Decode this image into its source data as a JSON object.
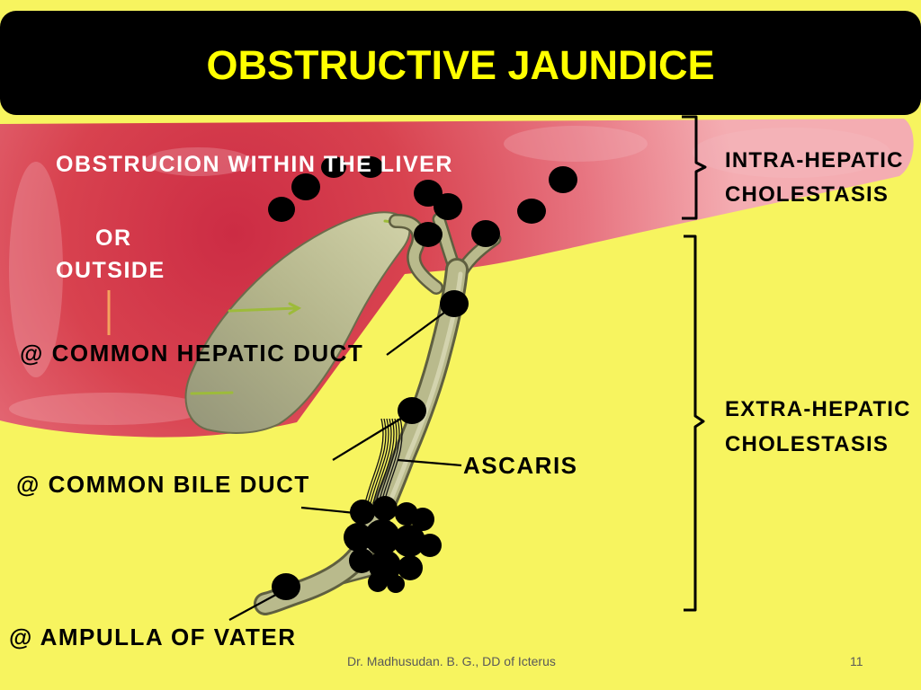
{
  "slide": {
    "title": "OBSTRUCTIVE JAUNDICE",
    "footer_author": "Dr. Madhusudan. B. G., DD of Icterus",
    "page_number": "11"
  },
  "diagram": {
    "intrahepatic_label": "OBSTRUCION WITHIN THE LIVER",
    "or_label": "OR",
    "outside_label": "OUTSIDE",
    "sites": [
      "@ COMMON HEPATIC DUCT",
      "@ COMMON BILE DUCT",
      "@ AMPULLA OF VATER"
    ],
    "ascaris_label": "ASCARIS"
  },
  "categories": [
    {
      "line1": "INTRA-HEPATIC",
      "line2": "CHOLESTASIS"
    },
    {
      "line1": "EXTRA-HEPATIC",
      "line2": "CHOLESTASIS"
    }
  ],
  "colors": {
    "background": "#F7F45F",
    "title_bar": "#000000",
    "title_text": "#FFFF00",
    "label_white": "#FFFFFF",
    "stones": "#000000",
    "accent_line": "#F4A25E"
  }
}
